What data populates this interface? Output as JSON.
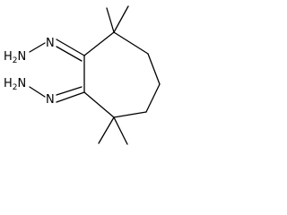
{
  "molecule": {
    "atoms": {
      "n_terminal_top": {
        "symbol": "H",
        "count": "2",
        "element": "N"
      },
      "n_imine_top": {
        "symbol": "N"
      },
      "n_terminal_bottom": {
        "symbol": "H",
        "count": "2",
        "element": "N"
      },
      "n_imine_bottom": {
        "symbol": "N"
      }
    }
  }
}
